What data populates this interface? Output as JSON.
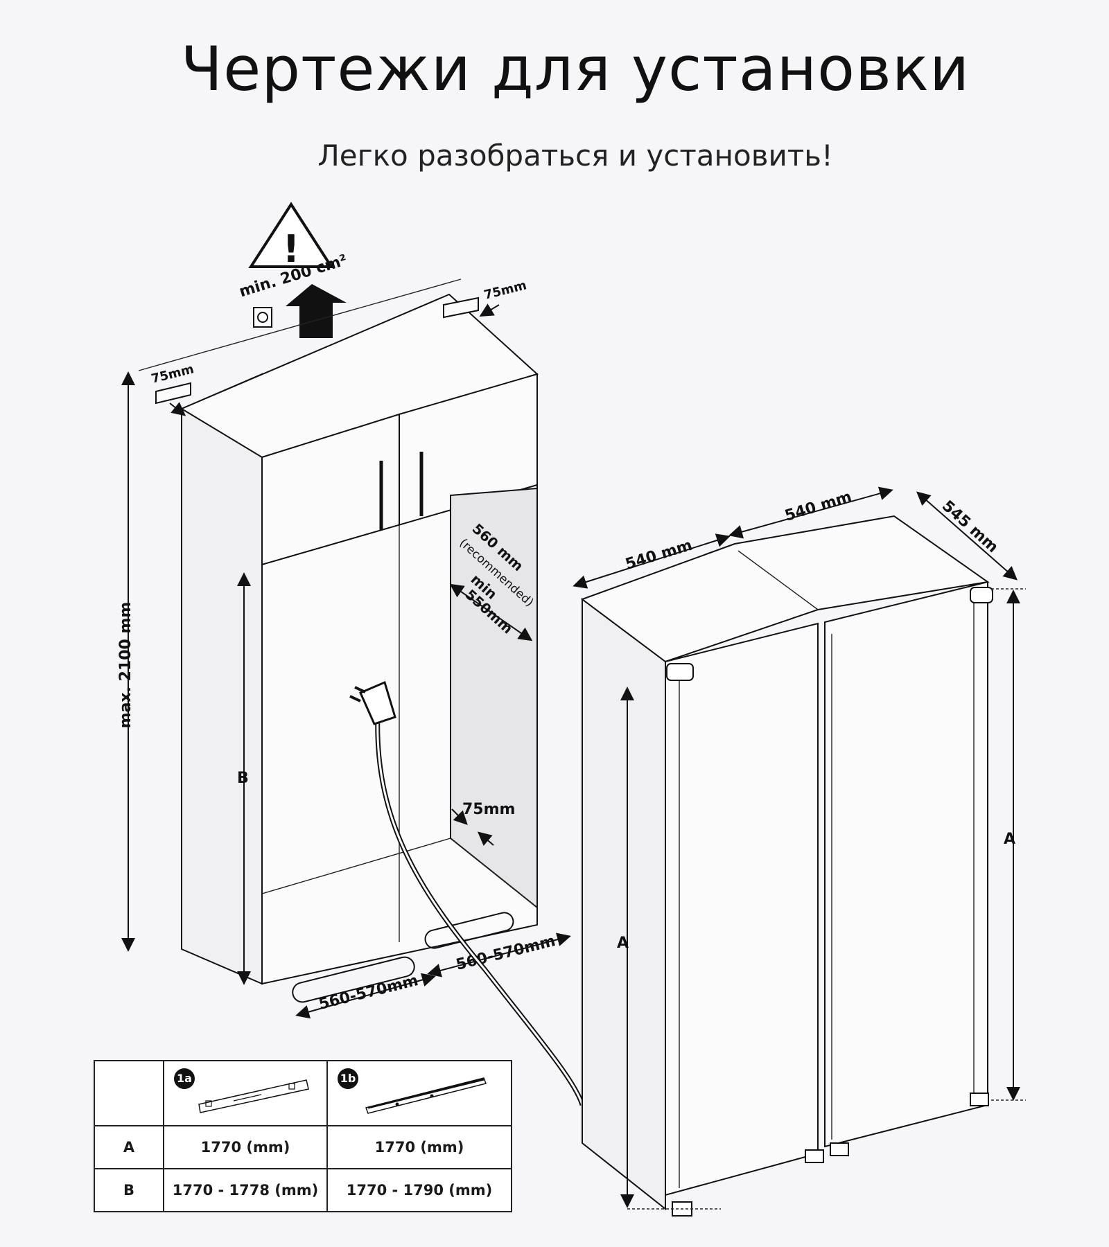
{
  "title": "Чертежи для установки",
  "subtitle": "Легко разобраться и установить!",
  "icons": [
    "warning-icon",
    "up-arrow-icon",
    "power-socket-icon",
    "power-plug-icon"
  ],
  "ventilation": "min. 200 cm²",
  "niche": {
    "height_label": "max. 2100 mm",
    "gap_top_left": "75mm",
    "gap_top_right": "75mm",
    "gap_back": "75mm",
    "depth_label": "560 mm",
    "depth_note": "(recommended)",
    "min_label": "min",
    "min_depth": "550mm",
    "width_left": "560-570mm",
    "width_right": "560-570mm",
    "b_label": "B"
  },
  "fridge": {
    "width_left": "540 mm",
    "width_right": "540 mm",
    "depth": "545 mm",
    "height_left_label": "A",
    "height_right_label": "A"
  },
  "table": {
    "headers": [
      "1a",
      "1b"
    ],
    "rows": [
      {
        "label": "A",
        "c1": "1770 (mm)",
        "c2": "1770 (mm)"
      },
      {
        "label": "B",
        "c1": "1770 - 1778  (mm)",
        "c2": "1770 - 1790 (mm)"
      }
    ]
  }
}
